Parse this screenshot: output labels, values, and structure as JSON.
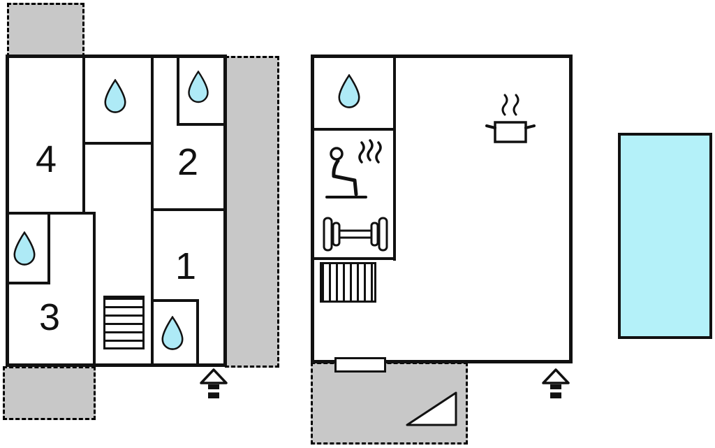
{
  "colors": {
    "wall": "#111111",
    "terrace": "#c8c8c8",
    "water": "#aeeaf6",
    "pool": "#b4f1f9"
  },
  "plans": {
    "upper": {
      "rooms": [
        {
          "label": "4"
        },
        {
          "label": "2"
        },
        {
          "label": "1"
        },
        {
          "label": "3"
        }
      ],
      "icons": [
        "water-drop",
        "water-drop",
        "water-drop",
        "water-drop",
        "stairs",
        "entrance"
      ]
    },
    "ground": {
      "rooms": [],
      "icons": [
        "water-drop",
        "sauna",
        "dumbbell",
        "stairs",
        "cooking-pot",
        "door",
        "entrance",
        "terrace-arrow"
      ]
    }
  },
  "pool": {
    "present": true
  },
  "icons": {
    "water_drop": "teardrop",
    "sauna": "person-with-steam",
    "fitness": "dumbbell",
    "kitchen": "pot-with-steam",
    "stairs": "striped-rect",
    "entrance": "house-arrow"
  }
}
